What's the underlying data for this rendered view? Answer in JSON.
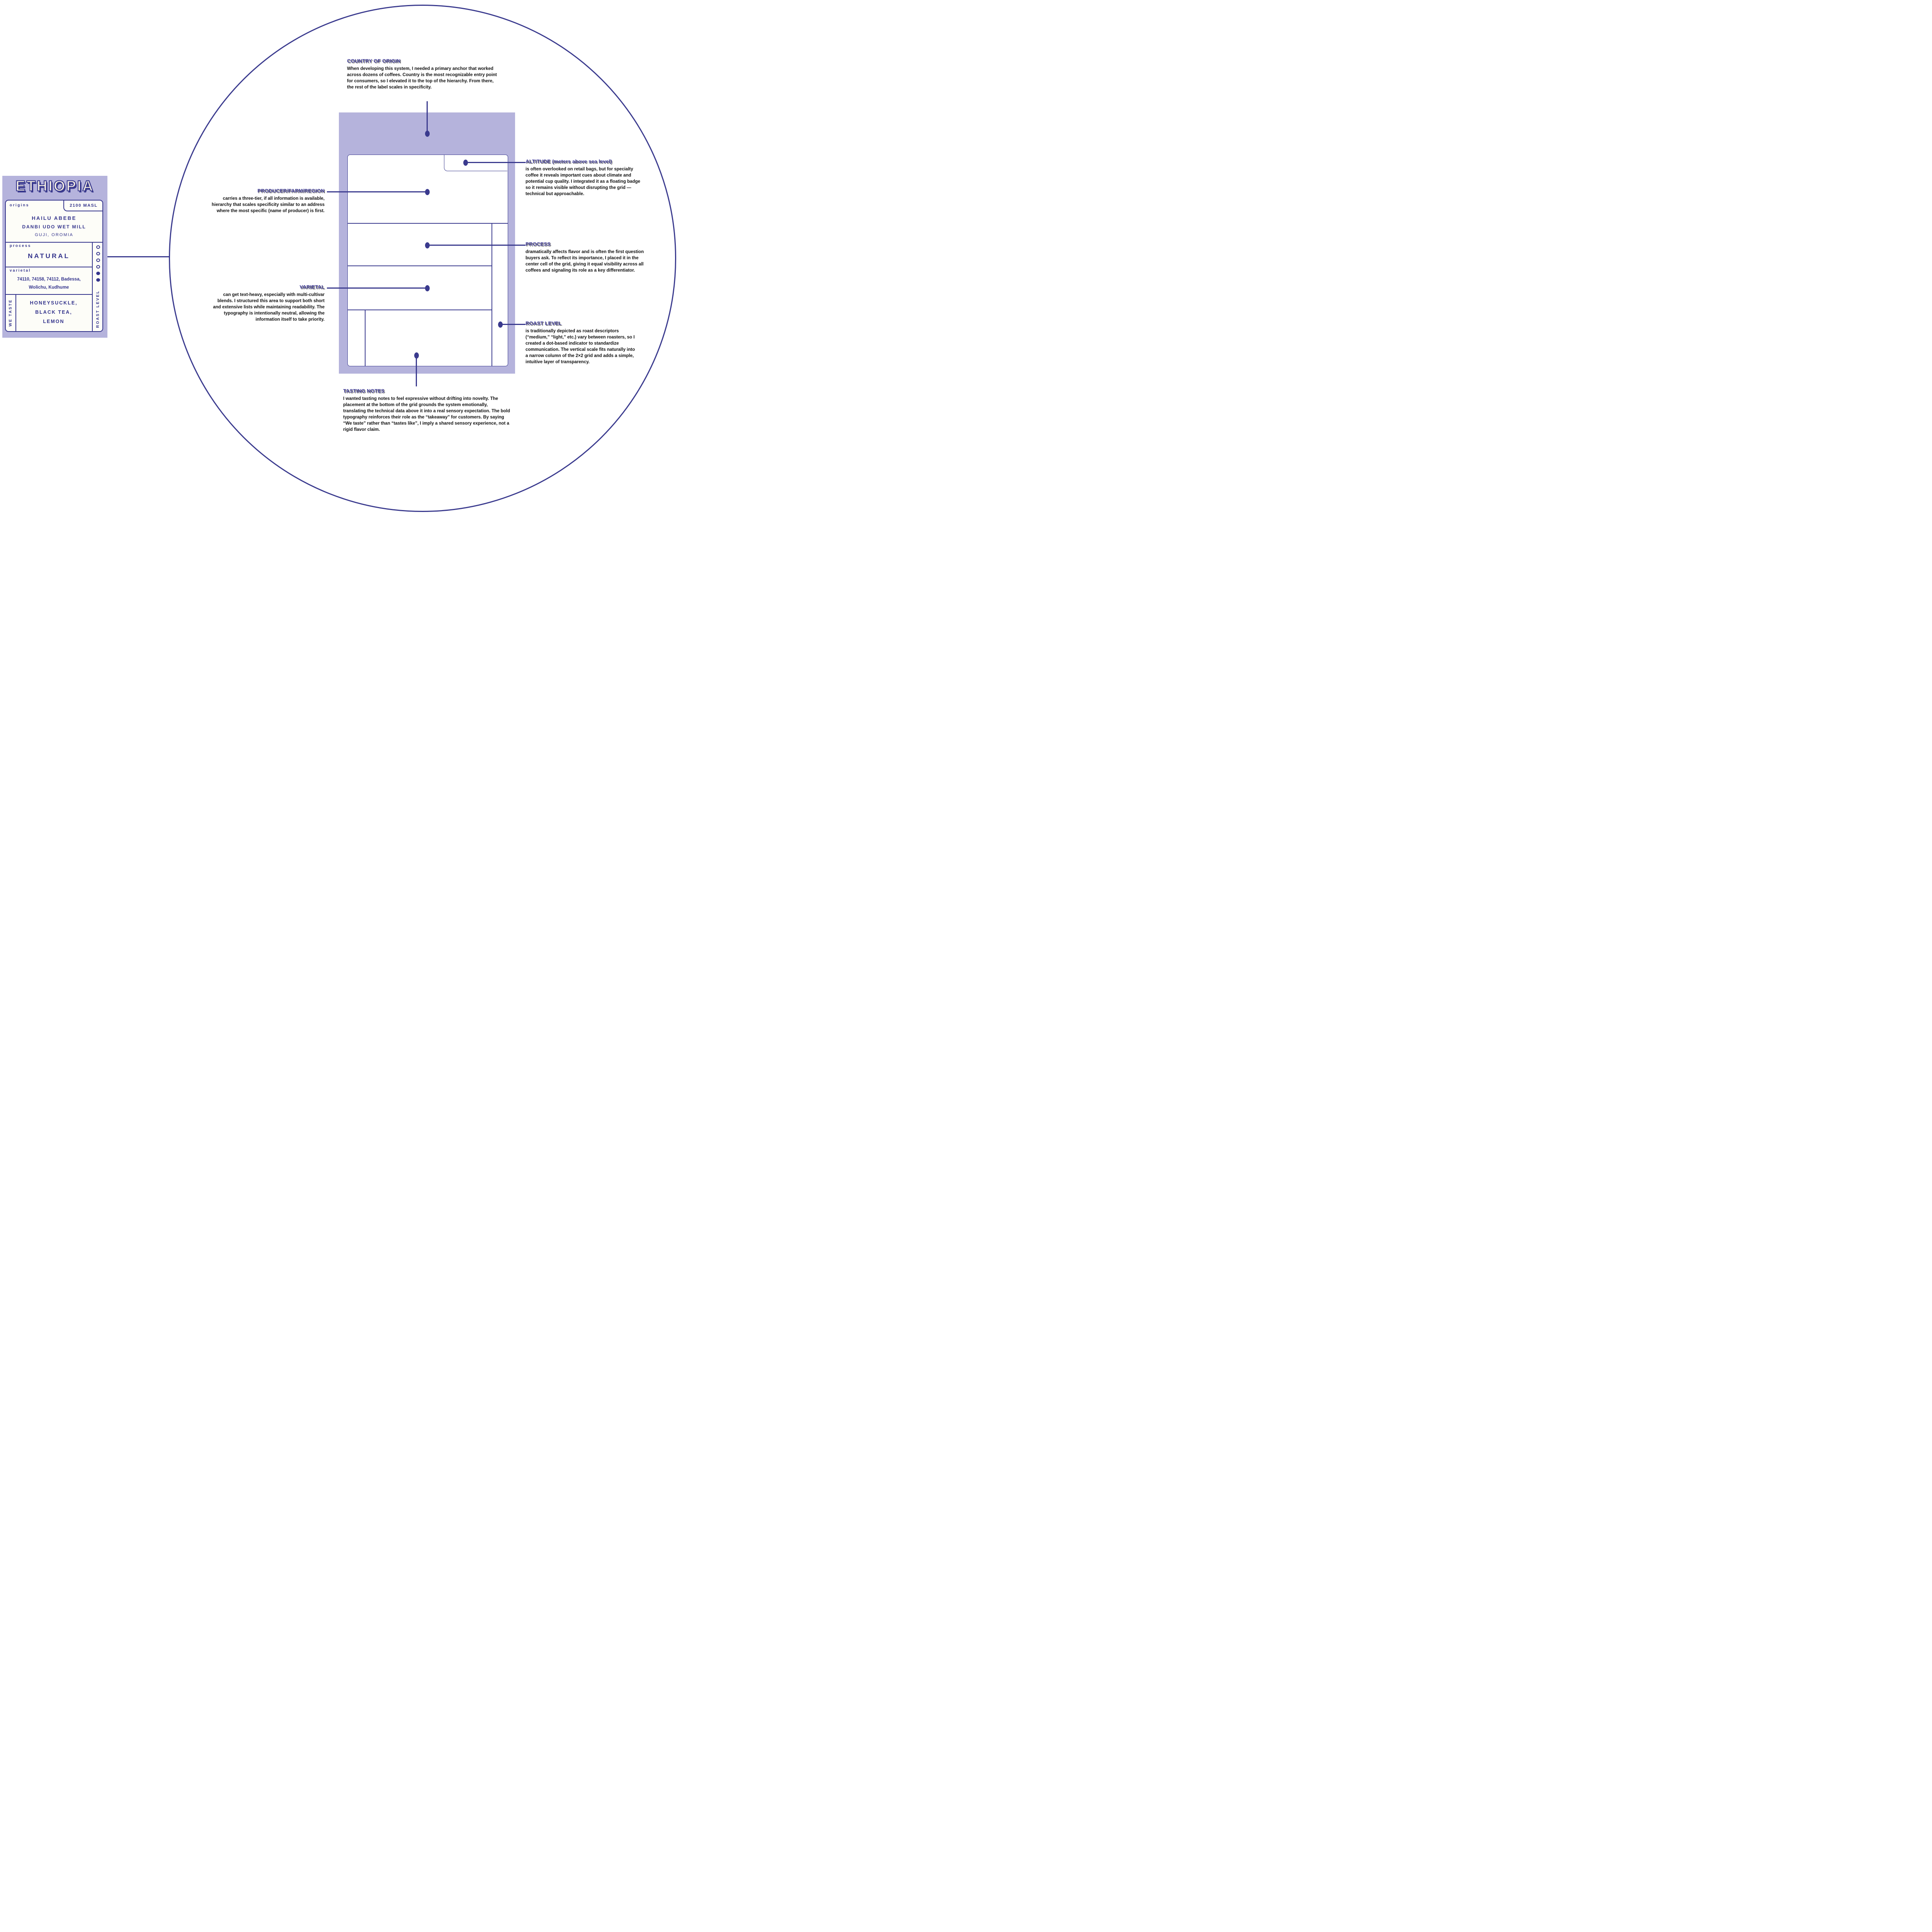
{
  "colors": {
    "accent_blue": "#3a3a8e",
    "label_navy": "#34348c",
    "lavender": "#b5b3dc",
    "annotation_title_purple": "#4a46a0",
    "cream": "#f8f2e4",
    "body_text": "#101010"
  },
  "label": {
    "country": "ETHIOPIA",
    "origins_label": "origins",
    "altitude_badge": "2100 MASL",
    "producer": "HAILU ABEBE",
    "farm": "DANBI UDO WET MILL",
    "region": "GUJI, OROMIA",
    "process_label": "process",
    "process_value": "NATURAL",
    "varietal_label": "varietal",
    "varietal_line1": "74110, 74158, 74112, Badessa,",
    "varietal_line2": "Wolichu, Kudhume",
    "we_taste_label": "WE TASTE",
    "tasting_line1": "HONEYSUCKLE,",
    "tasting_line2": "BLACK TEA,",
    "tasting_line3": "LEMON",
    "roast_level_label": "ROAST LEVEL",
    "roast_dots_total": 6,
    "roast_dots_filled": 2
  },
  "annotations": {
    "country": {
      "title": "COUNTRY OF ORIGIN",
      "body": "When developing this system, I needed a primary anchor that worked across dozens of coffees. Country is the most recognizable entry point for consumers, so I elevated it to the top of the hierarchy. From there, the rest of the label scales in specificity."
    },
    "altitude": {
      "title": "ALTITUDE (meters above sea level)",
      "body": "is often overlooked on retail bags, but for specialty coffee it reveals important cues about climate and potential cup quality. I integrated it as a floating badge so it remains visible without disrupting the grid — technical but approachable."
    },
    "producer": {
      "title": "PRODUCER/FARM/REGION",
      "body": "carries a three-tier, if all information is available, hierarchy that scales specificity similar to an address where the most specific (name of producer) is first."
    },
    "process": {
      "title": "PROCESS",
      "body": "dramatically affects flavor and is often the first question buyers ask. To reflect its importance, I placed it in the center cell of the grid, giving it equal visibility across all coffees and signaling its role as a key differentiator."
    },
    "varietal": {
      "title": "VARIETAL",
      "body": "can get text-heavy, especially with multi-cultivar blends. I structured this area to support both short and extensive lists while maintaining readability. The typography is intentionally neutral, allowing the information itself to take priority."
    },
    "roast": {
      "title": "ROAST LEVEL",
      "body": "is traditionally depicted as roast descriptors (“medium,” “light,” etc.) vary between roasters, so I created a dot-based indicator to standardize communication. The vertical scale fits naturally into a narrow column of the 2×2 grid and adds a simple, intuitive layer of transparency."
    },
    "tasting": {
      "title": "TASTING NOTES",
      "body": "I wanted tasting notes to feel expressive without drifting into novelty. The placement at the bottom of the grid grounds the system emotionally, translating the technical data above it into a real sensory expectation. The bold typography reinforces their role as the “takeaway” for customers. By saying “We taste” rather than “tastes like”, I imply a shared sensory experience, not a rigid flavor claim."
    }
  }
}
